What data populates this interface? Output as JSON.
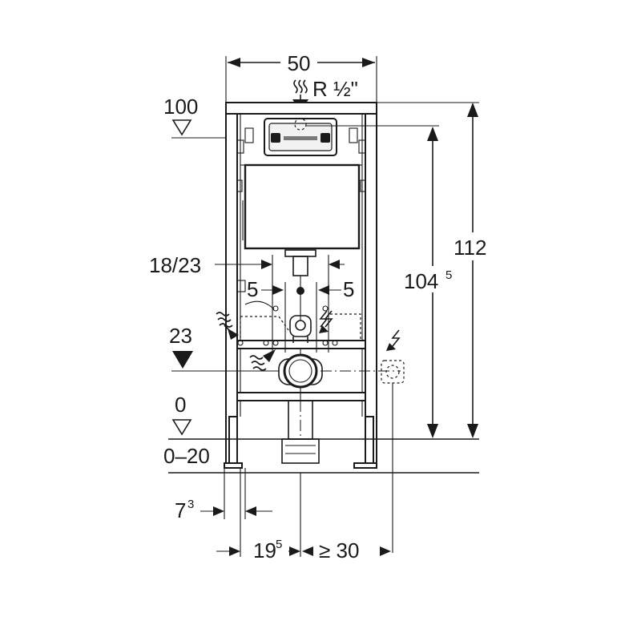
{
  "dimensions": {
    "width_top": "50",
    "connection": "R ½\"",
    "level_top": "100",
    "total_height": "112",
    "tank_height_main": "104",
    "tank_height_sup": "5",
    "outlet_spacing": "18/23",
    "offset_left": "5",
    "offset_right": "5",
    "level_outlet": "23",
    "level_floor": "0",
    "floor_range": "0–20",
    "foot_offset_main": "7",
    "foot_offset_sup": "3",
    "drain_offset_main": "19",
    "drain_offset_sup": "5",
    "electrical_distance": "≥ 30"
  },
  "icons": {
    "water_inlet": "water-inlet-icon",
    "electrical": "electrical-connection-icon",
    "flush_plate": "flush-plate-icon",
    "level_marker": "level-triangle-icon"
  }
}
